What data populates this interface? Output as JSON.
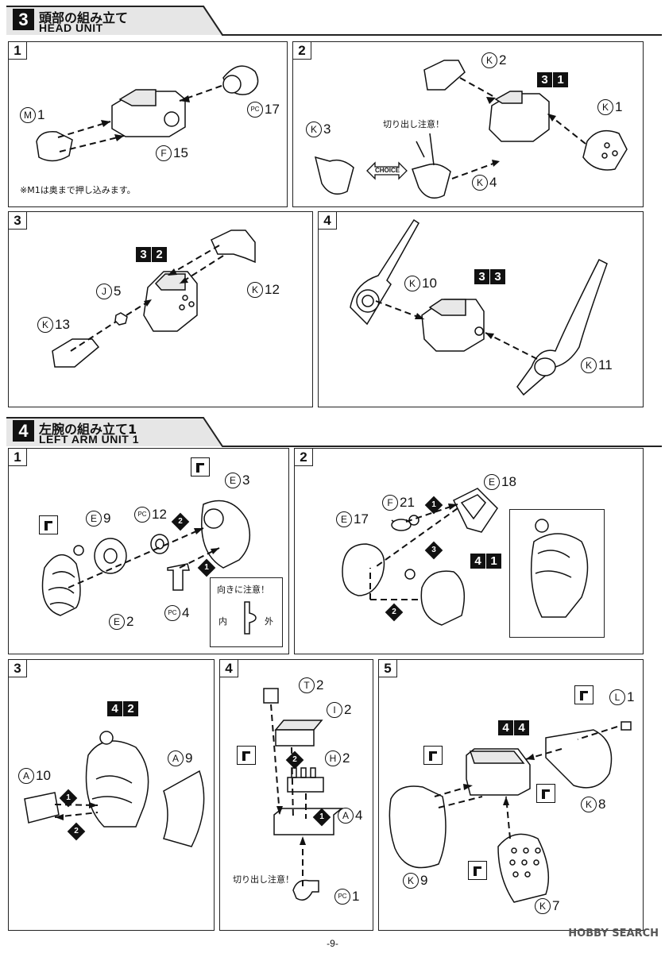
{
  "section3": {
    "number": "3",
    "title_jp": "頭部の組み立て",
    "title_en": "HEAD UNIT"
  },
  "section4": {
    "number": "4",
    "title_jp": "左腕の組み立て1",
    "title_en": "LEFT ARM UNIT 1"
  },
  "s3": {
    "step1": {
      "num": "1",
      "labels": {
        "m1": {
          "c": "M",
          "n": "1"
        },
        "f15": {
          "c": "F",
          "n": "15"
        },
        "pc17": {
          "c": "PC",
          "n": "17"
        }
      },
      "note": "※M1は奥まで押し込みます。"
    },
    "step2": {
      "num": "2",
      "labels": {
        "k2": {
          "c": "K",
          "n": "2"
        },
        "k1": {
          "c": "K",
          "n": "1"
        },
        "k3": {
          "c": "K",
          "n": "3"
        },
        "k4": {
          "c": "K",
          "n": "4"
        }
      },
      "ref": [
        "3",
        "1"
      ],
      "note": "切り出し注意！",
      "choice": "CHOICE"
    },
    "step3": {
      "num": "3",
      "labels": {
        "j5": {
          "c": "J",
          "n": "5"
        },
        "k12": {
          "c": "K",
          "n": "12"
        },
        "k13": {
          "c": "K",
          "n": "13"
        }
      },
      "ref": [
        "3",
        "2"
      ]
    },
    "step4": {
      "num": "4",
      "labels": {
        "k10": {
          "c": "K",
          "n": "10"
        },
        "k11": {
          "c": "K",
          "n": "11"
        }
      },
      "ref": [
        "3",
        "3"
      ]
    }
  },
  "s4": {
    "step1": {
      "num": "1",
      "labels": {
        "e3": {
          "c": "E",
          "n": "3"
        },
        "e9": {
          "c": "E",
          "n": "9"
        },
        "pc12": {
          "c": "PC",
          "n": "12"
        },
        "e2": {
          "c": "E",
          "n": "2"
        },
        "pc4": {
          "c": "PC",
          "n": "4"
        }
      },
      "note": "向きに注意！",
      "inner": "内",
      "outer": "外",
      "ord": [
        "1",
        "2"
      ]
    },
    "step2": {
      "num": "2",
      "labels": {
        "f21": {
          "c": "F",
          "n": "21"
        },
        "e18": {
          "c": "E",
          "n": "18"
        },
        "e17": {
          "c": "E",
          "n": "17"
        }
      },
      "ref": [
        "4",
        "1"
      ],
      "ord": [
        "1",
        "2",
        "3"
      ]
    },
    "step3": {
      "num": "3",
      "labels": {
        "a10": {
          "c": "A",
          "n": "10"
        },
        "a9": {
          "c": "A",
          "n": "9"
        }
      },
      "ref": [
        "4",
        "2"
      ],
      "ord": [
        "1",
        "2"
      ]
    },
    "step4": {
      "num": "4",
      "labels": {
        "t2": {
          "c": "T",
          "n": "2"
        },
        "i2": {
          "c": "I",
          "n": "2"
        },
        "h2": {
          "c": "H",
          "n": "2"
        },
        "a4": {
          "c": "A",
          "n": "4"
        },
        "pc1": {
          "c": "PC",
          "n": "1"
        }
      },
      "note": "切り出し注意！",
      "ord": [
        "1",
        "2"
      ]
    },
    "step5": {
      "num": "5",
      "labels": {
        "l1": {
          "c": "L",
          "n": "1"
        },
        "k8": {
          "c": "K",
          "n": "8"
        },
        "k9": {
          "c": "K",
          "n": "9"
        },
        "k7": {
          "c": "K",
          "n": "7"
        }
      },
      "ref": [
        "4",
        "4"
      ]
    }
  },
  "footer": {
    "page": "-9-",
    "watermark": "HOBBY SEARCH"
  }
}
